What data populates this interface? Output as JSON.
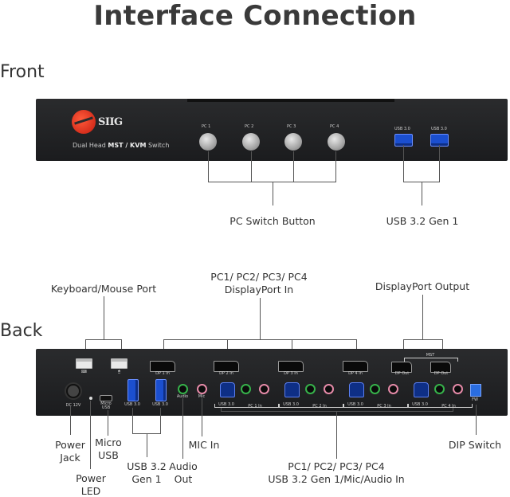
{
  "title": "Interface Connection",
  "front": {
    "section_label": "Front",
    "brand": "SIIG",
    "product_prefix": "Dual Head",
    "product_bold": "MST / KVM",
    "product_suffix": "Switch",
    "buttons": [
      "PC 1",
      "PC 2",
      "PC 3",
      "PC 4"
    ],
    "usb_ports": [
      "USB 3.0",
      "USB 3.0"
    ],
    "callouts": {
      "pc_switch": "PC Switch Button",
      "usb": "USB 3.2 Gen 1"
    }
  },
  "back": {
    "section_label": "Back",
    "port_labels": {
      "dc": "DC 12V",
      "micro_usb": "Micro\nUSB",
      "usb30_a": "USB 3.0",
      "usb30_b": "USB 3.0",
      "audio": "Audio",
      "mic": "Mic",
      "dp_in": [
        "DP 1 In",
        "DP 2 In",
        "DP 3 In",
        "DP 4 In"
      ],
      "dp_out": [
        "DP Out",
        "DP Out"
      ],
      "mst": "MST",
      "usb_in": [
        "USB 3.0",
        "USB 3.0",
        "USB 3.0",
        "USB 3.0"
      ],
      "pc_in": [
        "PC 1 In",
        "PC 2 In",
        "PC 3 In",
        "PC 4 In"
      ],
      "fw": "FW"
    },
    "callouts": {
      "keyboard_mouse": "Keyboard/Mouse Port",
      "dp_in_line1": "PC1/ PC2/ PC3/ PC4",
      "dp_in_line2": "DisplayPort In",
      "dp_out": "DisplayPort Output",
      "power_jack_1": "Power",
      "power_jack_2": "Jack",
      "power_led_1": "Power",
      "power_led_2": "LED",
      "micro_usb_1": "Micro",
      "micro_usb_2": "USB",
      "usb32_1": "USB 3.2",
      "usb32_2": "Gen 1",
      "audio_out_1": "Audio",
      "audio_out_2": "Out",
      "mic_in": "MIC In",
      "pc_usb_line1": "PC1/ PC2/ PC3/ PC4",
      "pc_usb_line2": "USB 3.2 Gen 1/Mic/Audio In",
      "dip": "DIP Switch"
    }
  }
}
